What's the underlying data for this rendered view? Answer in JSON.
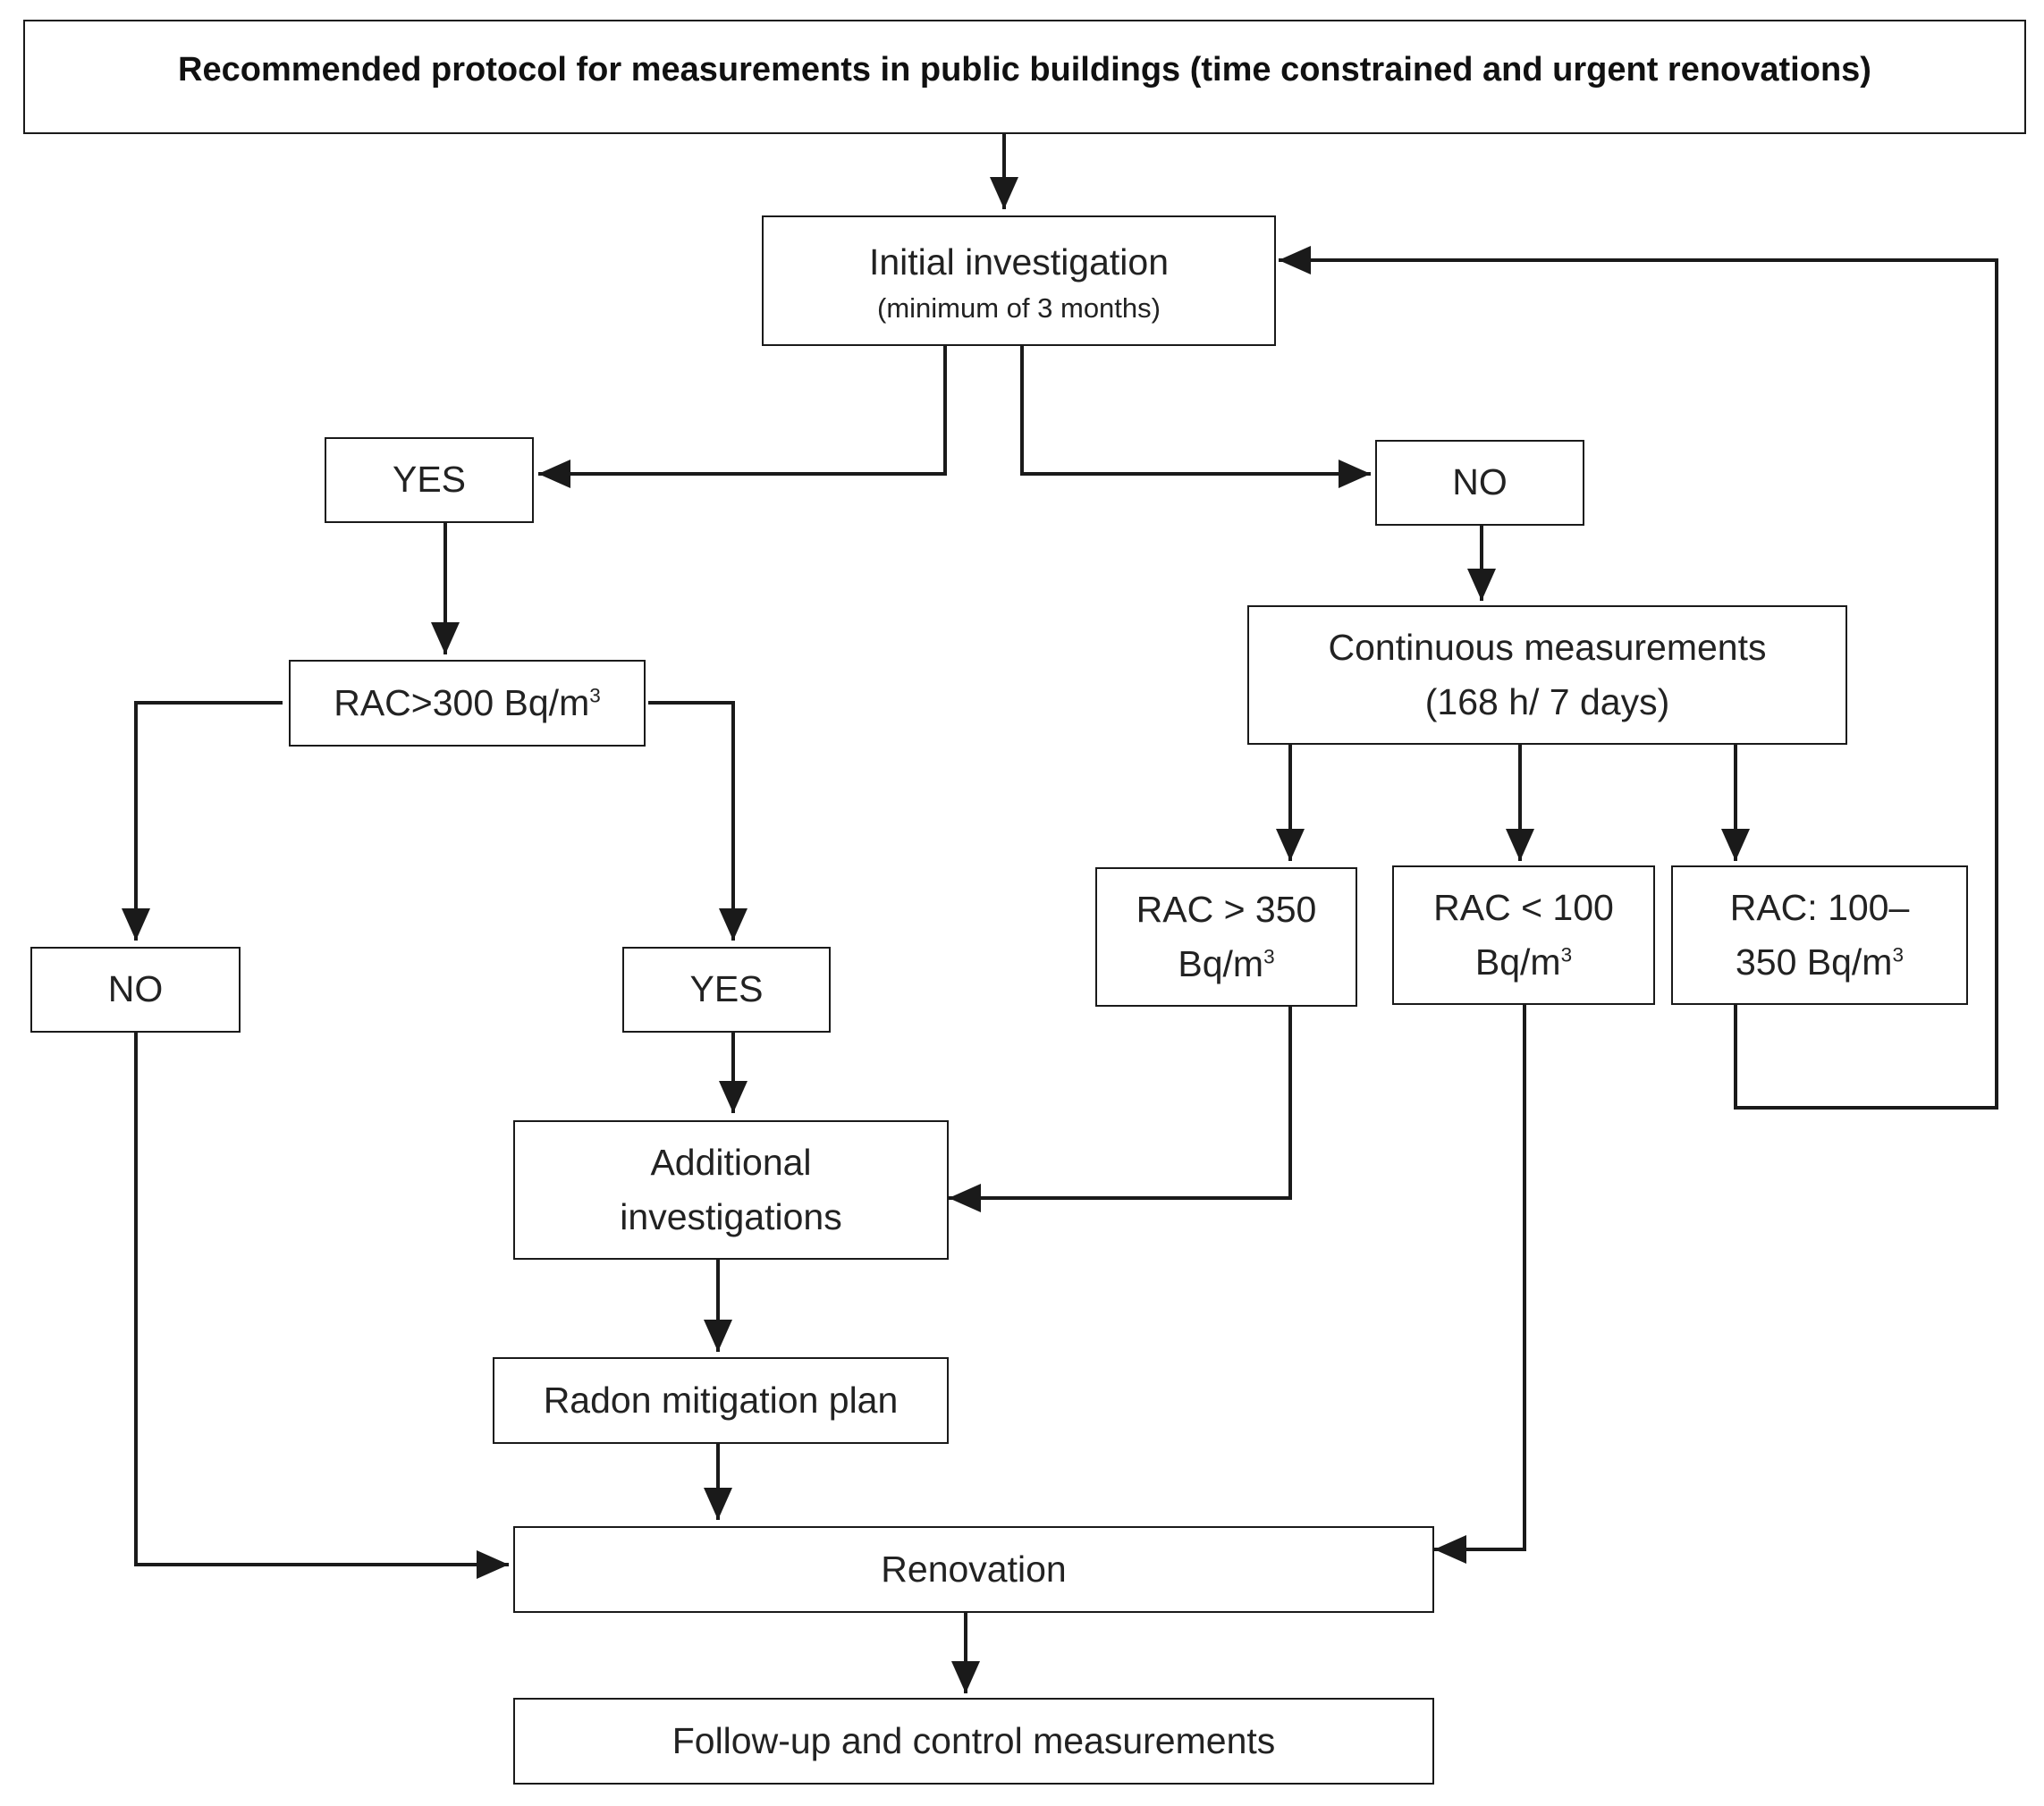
{
  "title": "Recommended protocol for measurements in public buildings (time constrained and urgent renovations)",
  "nodes": {
    "initial_investigation": {
      "label": "Initial investigation",
      "sublabel": "(minimum of 3 months)"
    },
    "yes_top": {
      "label": "YES"
    },
    "no_top": {
      "label": "NO"
    },
    "rac_300": {
      "label": "RAC>300 Bq/m",
      "sup": "3"
    },
    "continuous": {
      "line1": "Continuous measurements",
      "line2": "(168 h/ 7 days)"
    },
    "no_left": {
      "label": "NO"
    },
    "yes_mid": {
      "label": "YES"
    },
    "rac_gt_350": {
      "line1": "RAC > 350",
      "line2": "Bq/m",
      "sup": "3"
    },
    "rac_lt_100": {
      "line1": "RAC < 100",
      "line2": "Bq/m",
      "sup": "3"
    },
    "rac_100_350": {
      "line1": "RAC: 100–",
      "line2": "350 Bq/m",
      "sup": "3"
    },
    "additional": {
      "line1": "Additional",
      "line2": "investigations"
    },
    "mitigation_plan": {
      "label": "Radon mitigation plan"
    },
    "renovation": {
      "label": "Renovation"
    },
    "follow_up": {
      "label": "Follow-up and control measurements"
    }
  },
  "colors": {
    "line": "#1a1a1a",
    "text": "#222222",
    "background": "#ffffff"
  }
}
